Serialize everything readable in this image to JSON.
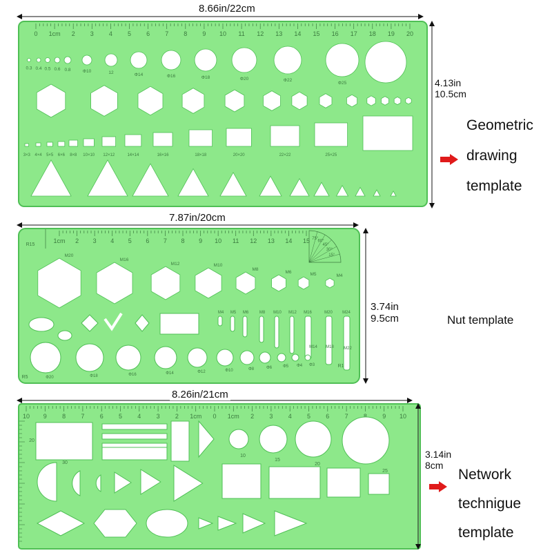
{
  "colors": {
    "plastic": "#8de88a",
    "plastic_edge": "#4fbf55",
    "ink": "#3a7a3e",
    "arrow": "#e01a1a",
    "hole": "#ffffff"
  },
  "rulers": [
    {
      "width_label": "8.66in/22cm",
      "height_in": "4.13in",
      "height_cm": "10.5cm",
      "caption_lines": [
        "Geometric",
        "drawing",
        "template"
      ],
      "has_arrow": true,
      "ticks": [
        "0",
        "1cm",
        "2",
        "3",
        "4",
        "5",
        "6",
        "7",
        "8",
        "9",
        "10",
        "11",
        "12",
        "13",
        "14",
        "15",
        "16",
        "17",
        "18",
        "19",
        "20"
      ],
      "circle_labels": [
        "0.3",
        "0.4",
        "0.5",
        "0.6",
        "0.8",
        "Φ10",
        "12",
        "Φ14",
        "Φ16",
        "Φ18",
        "Φ20",
        "Φ22",
        "Φ25"
      ],
      "square_labels": [
        "3×3",
        "4×4",
        "5×5",
        "6×6",
        "8×8",
        "10×10",
        "12×12",
        "14×14",
        "16×16",
        "18×18",
        "20×20",
        "22×22",
        "25×25"
      ]
    },
    {
      "width_label": "7.87in/20cm",
      "height_in": "3.74in",
      "height_cm": "9.5cm",
      "caption_lines": [
        "Nut template"
      ],
      "has_arrow": false,
      "ticks": [
        "1cm",
        "2",
        "3",
        "4",
        "5",
        "6",
        "7",
        "8",
        "9",
        "10",
        "11",
        "12",
        "13",
        "14",
        "15"
      ],
      "hex_labels": [
        "M20",
        "M16",
        "M12",
        "M10",
        "M8",
        "M6",
        "M5",
        "M4"
      ],
      "slot_labels": [
        "M4",
        "M5",
        "M6",
        "M8",
        "M10",
        "M12",
        "M16",
        "M20",
        "M24"
      ],
      "circle_labels": [
        "Φ20",
        "Φ18",
        "Φ16",
        "Φ14",
        "Φ12",
        "Φ10",
        "Φ8",
        "Φ6",
        "Φ5",
        "Φ4",
        "Φ3"
      ],
      "corner_labels": [
        "R15",
        "R5",
        "R10",
        "M14",
        "M18",
        "M22"
      ],
      "protractor_labels": [
        "75°",
        "60°",
        "45°",
        "30°",
        "15°"
      ]
    },
    {
      "width_label": "8.26in/21cm",
      "height_in": "3.14in",
      "height_cm": "8cm",
      "caption_lines": [
        "Network",
        "technigue",
        "template"
      ],
      "has_arrow": true,
      "ticks": [
        "10",
        "9",
        "8",
        "7",
        "6",
        "5",
        "4",
        "3",
        "2",
        "1cm",
        "0",
        "1cm",
        "2",
        "3",
        "4",
        "5",
        "6",
        "7",
        "8",
        "9",
        "10"
      ],
      "misc_labels": [
        "20",
        "30",
        "10",
        "15",
        "20",
        "25"
      ]
    }
  ]
}
